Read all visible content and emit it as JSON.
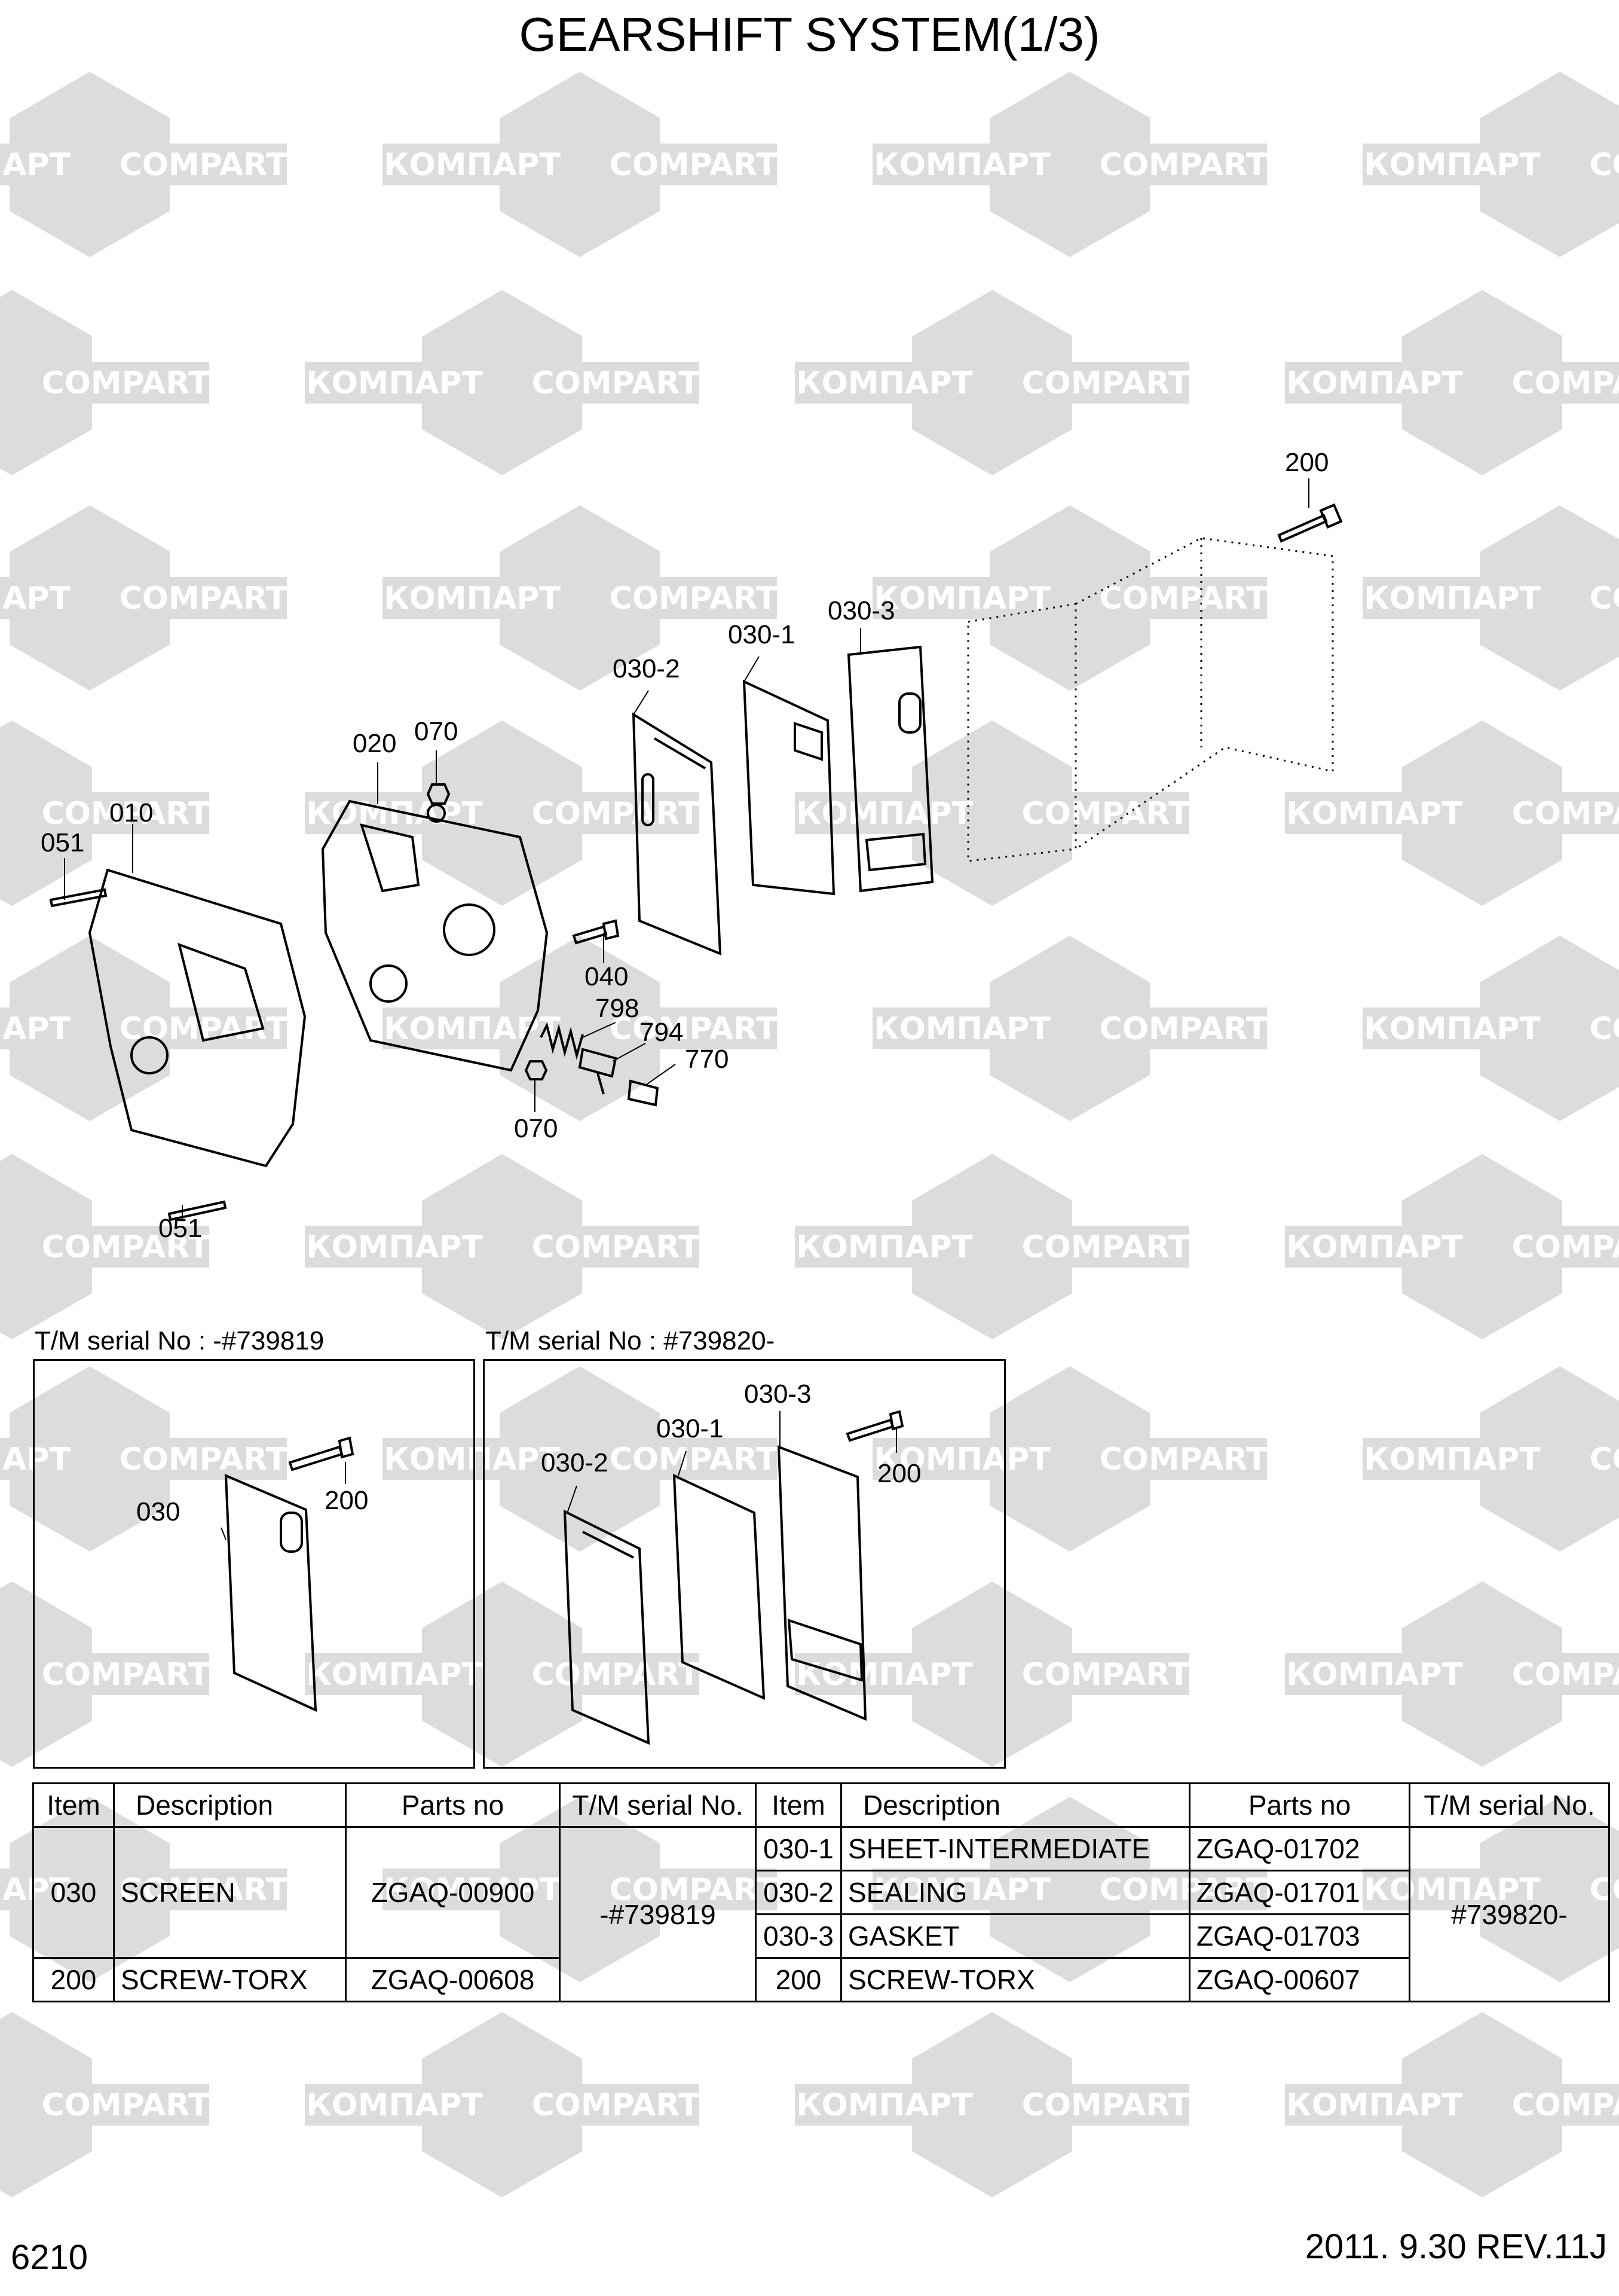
{
  "title": "GEARSHIFT SYSTEM(1/3)",
  "watermark": {
    "brand_latin": "COMPART",
    "brand_cyrillic": "КОМПАРТ",
    "color": "#dcdcdc"
  },
  "callouts": {
    "c200": "200",
    "c030_1": "030-1",
    "c030_3": "030-3",
    "c030_2": "030-2",
    "c020": "020",
    "c070_top": "070",
    "c010": "010",
    "c051_top": "051",
    "c040": "040",
    "c798": "798",
    "c794": "794",
    "c770": "770",
    "c070_bottom": "070",
    "c051_bottom": "051"
  },
  "inset_left": {
    "serial": "T/M serial No :  -#739819",
    "c030": "030",
    "c200": "200"
  },
  "inset_right": {
    "serial": "T/M serial No : #739820-",
    "c030_3": "030-3",
    "c030_1": "030-1",
    "c030_2": "030-2",
    "c200": "200"
  },
  "table": {
    "headers": [
      "Item",
      "Description",
      "Parts no",
      "T/M serial No.",
      "Item",
      "Description",
      "Parts no",
      "T/M serial No."
    ],
    "left_rows": [
      {
        "item": "030",
        "description": "SCREEN",
        "parts_no": "ZGAQ-00900"
      },
      {
        "item": "200",
        "description": "SCREW-TORX",
        "parts_no": "ZGAQ-00608"
      }
    ],
    "left_serial": "-#739819",
    "right_rows": [
      {
        "item": "030-1",
        "description": "SHEET-INTERMEDIATE",
        "parts_no": "ZGAQ-01702"
      },
      {
        "item": "030-2",
        "description": "SEALING",
        "parts_no": "ZGAQ-01701"
      },
      {
        "item": "030-3",
        "description": "GASKET",
        "parts_no": "ZGAQ-01703"
      },
      {
        "item": "200",
        "description": "SCREW-TORX",
        "parts_no": "ZGAQ-00607"
      }
    ],
    "right_serial": "#739820-"
  },
  "footer": {
    "page": "6210",
    "date_rev": "2011. 9.30  REV.11J"
  }
}
